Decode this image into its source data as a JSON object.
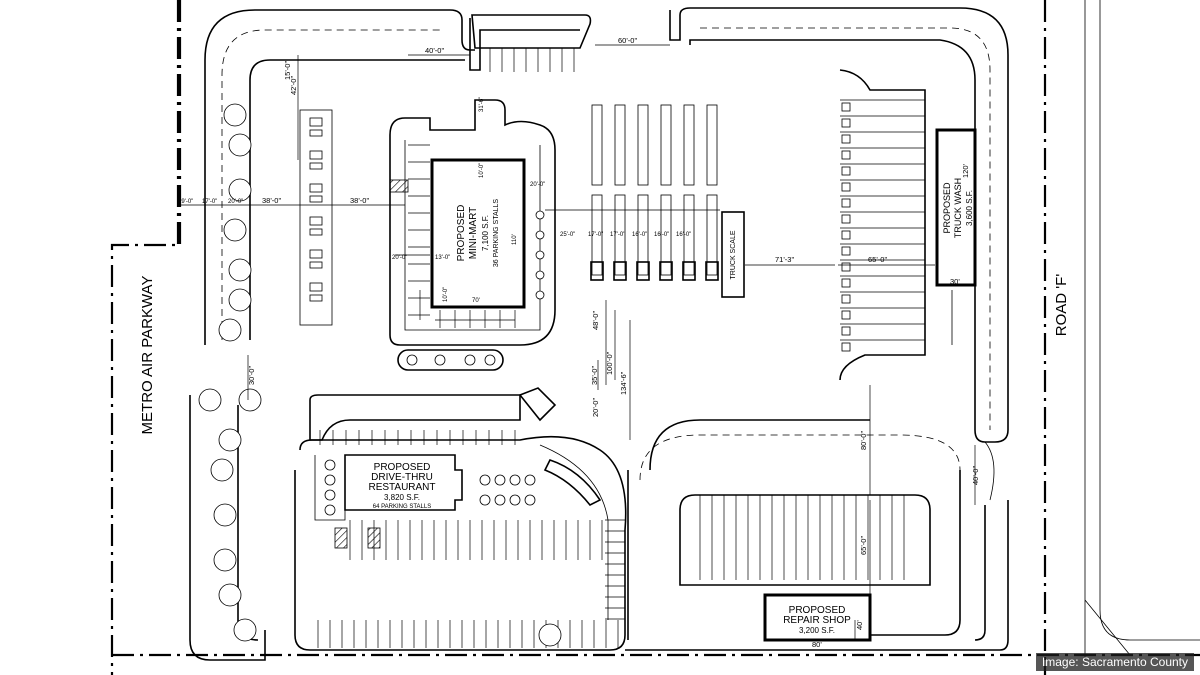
{
  "roads": {
    "left": "METRO AIR PARKWAY",
    "right": "ROAD 'F'"
  },
  "buildings": {
    "minimart": [
      "PROPOSED",
      "MINI-MART",
      "7,100 S.F.",
      "36 PARKING STALLS"
    ],
    "restaurant": [
      "PROPOSED",
      "DRIVE-THRU",
      "RESTAURANT",
      "3,820 S.F.",
      "64 PARKING STALLS"
    ],
    "truckwash": [
      "PROPOSED",
      "TRUCK WASH",
      "3,600 S.F."
    ],
    "repair": [
      "PROPOSED",
      "REPAIR SHOP",
      "3,200 S.F."
    ],
    "scale": "TRUCK SCALE"
  },
  "dims": {
    "d40_top": "40'-0\"",
    "d60_top": "60'-0\"",
    "d15": "15'-0\"",
    "d42": "42'-0\"",
    "d19": "19'-0\"",
    "d17": "17'-0\"",
    "d20a": "20'-0\"",
    "d38a": "38'-0\"",
    "d38b": "38'-0\"",
    "d20b": "20'-0\"",
    "d13": "13'-0\"",
    "d10": "10'-0\"",
    "d70": "70'",
    "d110": "110'",
    "d31": "31'-6\"",
    "d10b": "10'-0\"",
    "d20c": "20'-0\"",
    "d25": "25'-0\"",
    "d17b": "17'-0\"",
    "d17c": "17'-0\"",
    "d16a": "16'-0\"",
    "d16b": "16'-0\"",
    "d16c": "16'-0\"",
    "d71": "71'-3\"",
    "d65a": "65'-0\"",
    "d120": "120'",
    "d30a": "30'",
    "d48": "48'-0\"",
    "d100": "100'-0\"",
    "d35": "35'-0\"",
    "d134": "134'-6\"",
    "d20d": "20'-0\"",
    "d30b": "30'-0\"",
    "d80a": "80'-0\"",
    "d40b": "40'-0\"",
    "d65b": "65'-0\"",
    "d40c": "40'",
    "d80b": "80'"
  },
  "credit": "Image: Sacramento County"
}
